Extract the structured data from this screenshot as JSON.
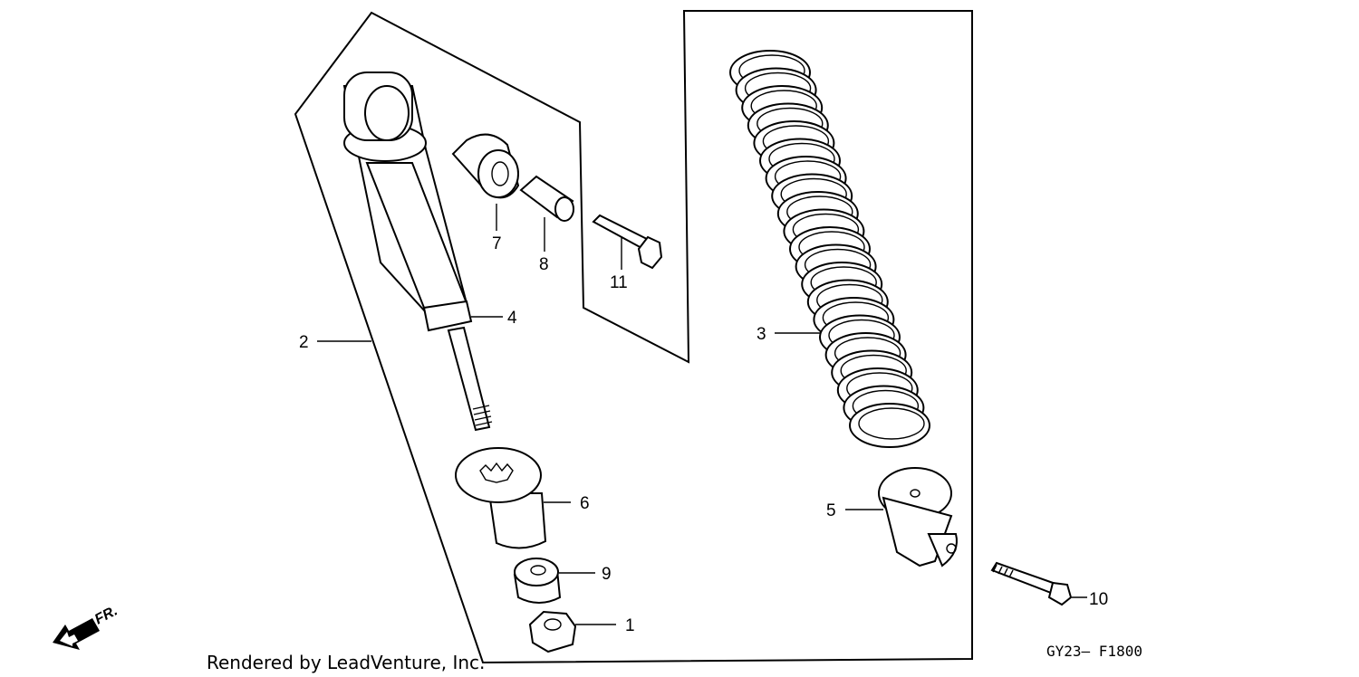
{
  "diagram": {
    "footer": {
      "credit": "Rendered by LeadVenture, Inc.",
      "code": "GY23— F1800"
    },
    "direction_marker": {
      "label": "FR.",
      "icon": "front-arrow-icon"
    },
    "callouts": {
      "c1": "1",
      "c2": "2",
      "c3": "3",
      "c4": "4",
      "c5": "5",
      "c6": "6",
      "c7": "7",
      "c8": "8",
      "c9": "9",
      "c10": "10",
      "c11": "11"
    }
  }
}
